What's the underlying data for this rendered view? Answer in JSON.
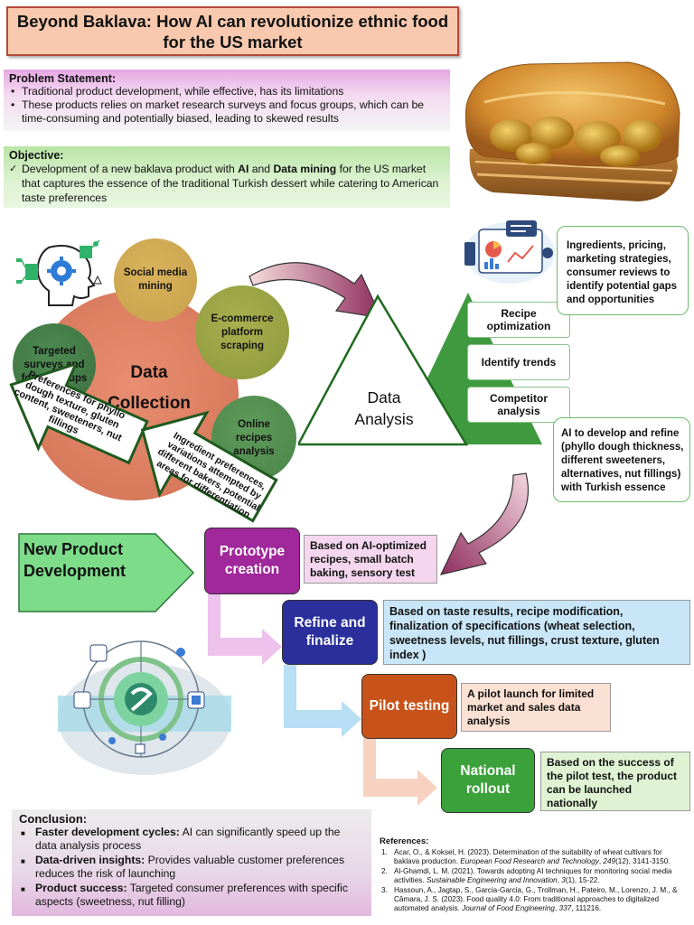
{
  "title": "Beyond Baklava: How AI can revolutionize ethnic food for the US market",
  "problem": {
    "heading": "Problem Statement:",
    "bullets": [
      "Traditional product development, while effective, has its limitations",
      "These products relies on market research surveys and focus groups, which can be time-consuming and potentially biased, leading to skewed results"
    ]
  },
  "objective": {
    "heading": "Objective:",
    "pre": "Development of a new baklava product with ",
    "b1": "AI",
    "mid": " and ",
    "b2": "Data mining",
    "post": " for the US market that captures the essence of the traditional Turkish dessert while catering to American taste preferences"
  },
  "data_collection": {
    "center": "Data Collection",
    "social": "Social media mining",
    "ecommerce": "E-commerce platform scraping",
    "surveys": "Targeted surveys and focus groups",
    "online": "Online recipes analysis",
    "arrow1": "Preferences for phyllo dough texture, gluten content, sweeteners, nut fillings",
    "arrow2": "Ingredient preferences, variations attempted by different bakers, potential areas for differentiation"
  },
  "data_analysis": {
    "center": "Data Analysis",
    "items": [
      "Recipe optimization",
      "Identify trends",
      "Competitor analysis"
    ],
    "box1": "Ingredients, pricing, marketing strategies, consumer reviews to identify potential gaps and opportunities",
    "box2": "AI to develop and refine (phyllo dough thickness, different sweeteners, alternatives, nut fillings) with Turkish essence"
  },
  "npd": {
    "label": "New Product Development",
    "steps": [
      {
        "name": "Prototype creation",
        "desc": "Based on AI-optimized recipes, small batch baking, sensory test"
      },
      {
        "name": "Refine and finalize",
        "desc": "Based on taste results, recipe modification, finalization of specifications (wheat selection, sweetness levels, nut fillings, crust texture, gluten index )"
      },
      {
        "name": "Pilot testing",
        "desc": "A pilot launch for limited market and sales data analysis"
      },
      {
        "name": "National rollout",
        "desc": "Based on the success of the pilot test, the product can be launched nationally"
      }
    ]
  },
  "conclusion": {
    "heading": "Conclusion:",
    "items": [
      {
        "bold": "Faster development cycles:",
        "text": " AI can significantly speed up the data analysis process"
      },
      {
        "bold": "Data-driven insights:",
        "text": " Provides valuable customer preferences reduces the risk of launching"
      },
      {
        "bold": "Product success:",
        "text": "  Targeted consumer preferences with specific aspects (sweetness, nut filling)"
      }
    ]
  },
  "references": {
    "heading": "References:",
    "items": [
      {
        "num": "1.",
        "a": "Acar, O., & Koksel, H. (2023). Determination of the suitability of wheat cultivars for baklava production. ",
        "j": "European Food Research and Technology",
        "b": ", ",
        "v": "249",
        "c": "(12), 3141-3150."
      },
      {
        "num": "2.",
        "a": "Al-Ghamdi, L. M. (2021). Towards adopting AI techniques for monitoring social media activities. ",
        "j": "Sustainable Engineering and Innovation",
        "b": ", ",
        "v": "3",
        "c": "(1), 15-22."
      },
      {
        "num": "3.",
        "a": "Hassoun, A., Jagtap, S., Garcia-Garcia, G., Trollman, H., Pateiro, M., Lorenzo, J. M., & Câmara, J. S. (2023). Food quality 4.0: From traditional approaches to digitalized automated analysis. ",
        "j": "Journal of Food Engineering",
        "b": ", ",
        "v": "337",
        "c": ", 111216."
      }
    ]
  },
  "colors": {
    "prototype": "#a0289a",
    "refine": "#2b2f9c",
    "pilot": "#c8531a",
    "national": "#3ba13b",
    "pyramid": "#3f9a3f"
  }
}
